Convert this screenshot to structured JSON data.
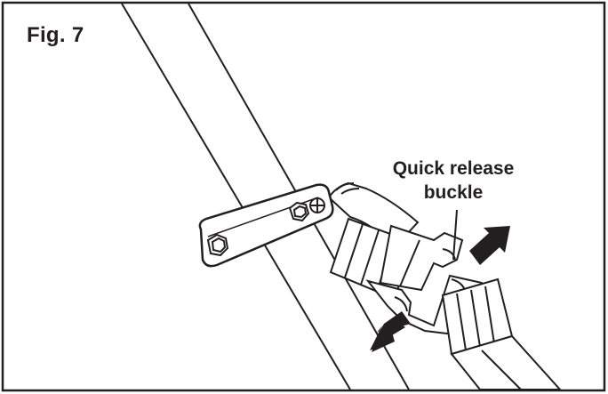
{
  "figure": {
    "label": "Fig. 7",
    "callout_line1": "Quick release",
    "callout_line2": "buckle"
  },
  "colors": {
    "ink": "#231f20",
    "paper": "#ffffff"
  },
  "icons": [
    "press-arrow-icon",
    "hex-bolt-icon",
    "screw-head-icon"
  ]
}
